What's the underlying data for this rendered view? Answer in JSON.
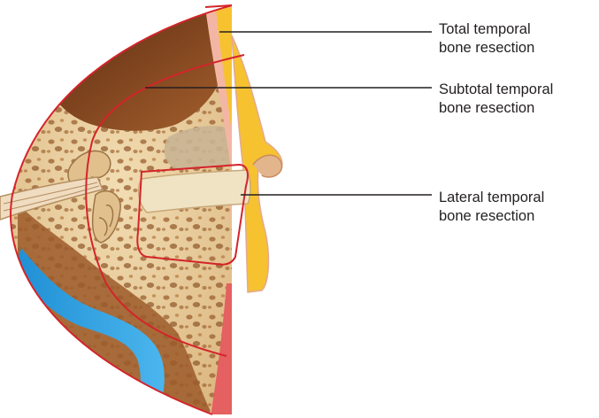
{
  "callouts": [
    {
      "line1": "Total temporal",
      "line2": "bone resection"
    },
    {
      "line1": "Subtotal temporal",
      "line2": "bone resection"
    },
    {
      "line1": "Lateral temporal",
      "line2": "bone resection"
    }
  ],
  "colors": {
    "resection_outline": "#d4242a",
    "leader_line": "#231f20",
    "bone": "#e8cfa0",
    "bone_pore": "#a9713b",
    "cavity": "#7a3f1c",
    "sinus": "#2a9fe0",
    "skin": "#f3b6a4",
    "fat": "#f6c230",
    "ear_canal": "#efe3c3"
  }
}
